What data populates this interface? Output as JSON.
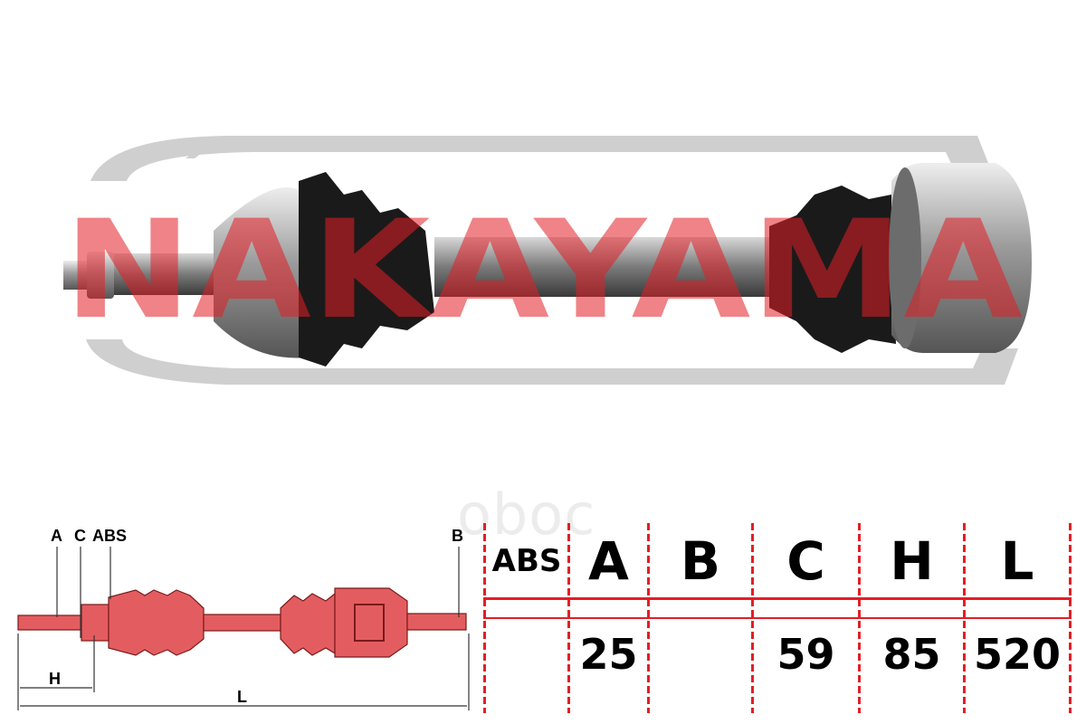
{
  "watermark": {
    "brand": "NAKAYAMA",
    "site": "oboc"
  },
  "diagram_labels": {
    "a": "A",
    "c": "C",
    "abs": "ABS",
    "b": "B",
    "h": "H",
    "l": "L"
  },
  "spec_table": {
    "headers": [
      "ABS",
      "A",
      "B",
      "C",
      "H",
      "L"
    ],
    "values": [
      "",
      "25",
      "",
      "59",
      "85",
      "520"
    ]
  },
  "colors": {
    "brand_red": "#e21f26",
    "shaft_pink": "#d9686b",
    "gray_watermark": "#c8c8c8"
  }
}
